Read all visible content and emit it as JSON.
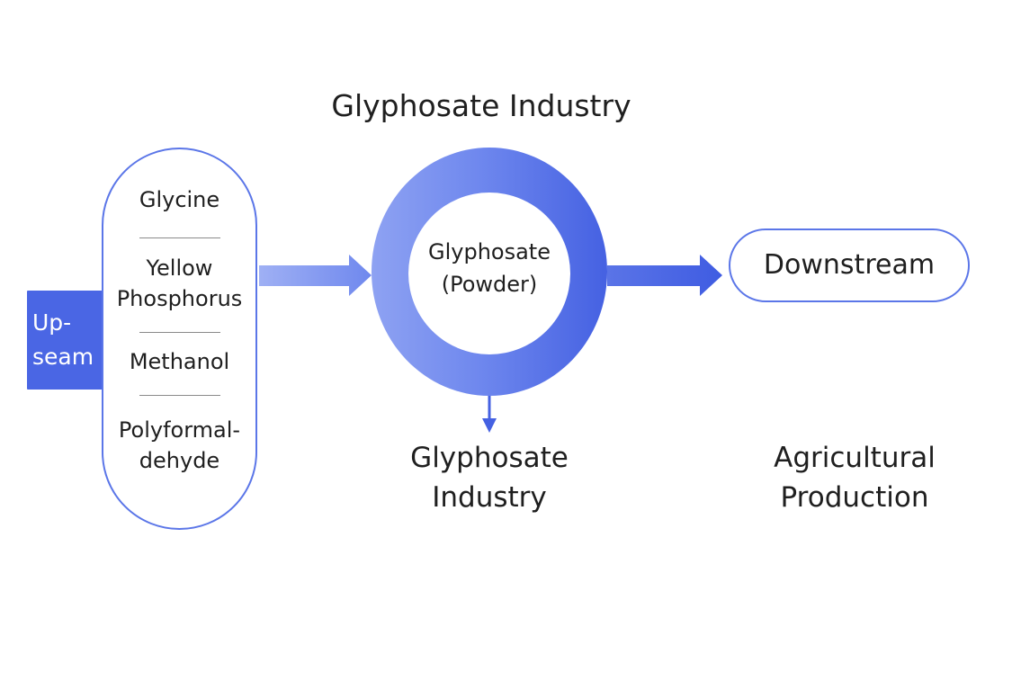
{
  "title": "Glyphosate Industry",
  "upstream": {
    "label": "Up-\nseam",
    "ingredients": [
      "Glycine",
      "Yellow\nPhosphorus",
      "Methanol",
      "Polyformal-\ndehyde"
    ]
  },
  "center": {
    "label": "Glyphosate\n(Powder)"
  },
  "downstream": {
    "label": "Downstream"
  },
  "lower_labels": {
    "middle": "Glyphosate\nIndustry",
    "right": "Agricultural\nProduction"
  },
  "colors": {
    "accent": "#4a66e4",
    "arrow_light": "#8ea2f2",
    "arrow_dark": "#4561e2",
    "outline": "#5b76e8"
  }
}
